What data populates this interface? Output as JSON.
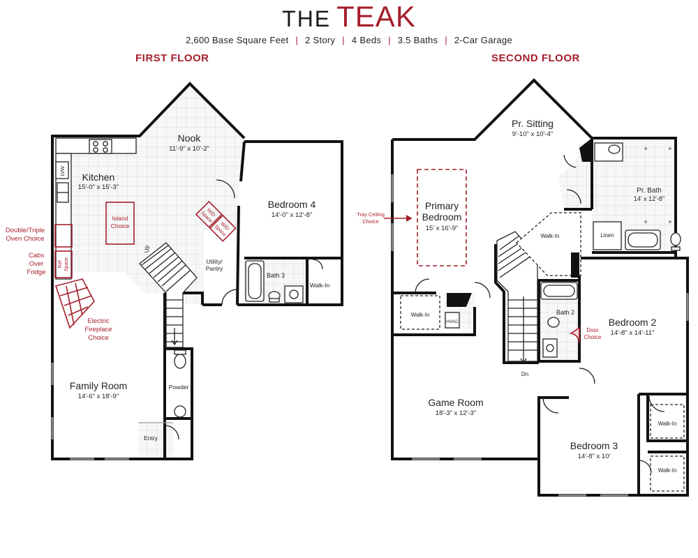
{
  "header": {
    "title_prefix": "THE",
    "title_main": "TEAK",
    "specs": [
      "2,600 Base Square Feet",
      "2 Story",
      "4 Beds",
      "3.5 Baths",
      "2-Car Garage"
    ],
    "separator": "|"
  },
  "colors": {
    "accent": "#a61e2b",
    "wall": "#111111",
    "grid": "#cfcfcf"
  },
  "first_floor": {
    "title": "FIRST FLOOR",
    "rooms": [
      {
        "name": "Nook",
        "size": "11'-9\" x 10'-2\""
      },
      {
        "name": "Kitchen",
        "size": "15'-0\" x 15'-3\""
      },
      {
        "name": "Bedroom 4",
        "size": "14'-0\" x 12'-8\""
      },
      {
        "name": "Utility/",
        "name2": "Pantry"
      },
      {
        "name": "Bath 3"
      },
      {
        "name": "Walk-In"
      },
      {
        "name": "Family Room",
        "size": "14'-6\" x 18'-9\""
      },
      {
        "name": "Powder"
      },
      {
        "name": "Entry"
      }
    ],
    "options": {
      "island": [
        "Island",
        "Choice"
      ],
      "oven": [
        "Double/Triple",
        "Oven Choice"
      ],
      "cabs": [
        "Cabs",
        "Over",
        "Fridge"
      ],
      "fireplace": [
        "Electric",
        "Fireplace",
        "Choice"
      ],
      "ref_space": [
        "Ref",
        "Space"
      ],
      "wd_space_1": [
        "W/D",
        "Space"
      ],
      "wd_space_2": [
        "W/D",
        "Space"
      ]
    },
    "dw": "D/W",
    "up": "Up"
  },
  "second_floor": {
    "title": "SECOND FLOOR",
    "rooms": [
      {
        "name": "Pr. Sitting",
        "size": "9'-10\" x 10'-4\""
      },
      {
        "name": "Primary",
        "name2": "Bedroom",
        "size": "15' x 16'-9\""
      },
      {
        "name": "Pr. Bath",
        "size": "14' x 12'-8\""
      },
      {
        "name": "Walk-In"
      },
      {
        "name": "Linen"
      },
      {
        "name": "Walk-In"
      },
      {
        "name": "HVAC"
      },
      {
        "name": "Bath 2"
      },
      {
        "name": "Bedroom 2",
        "size": "14'-8\" x 14'-11\""
      },
      {
        "name": "Game Room",
        "size": "18'-3\" x 12'-3\""
      },
      {
        "name": "Bedroom 3",
        "size": "14'-8\" x 10'"
      },
      {
        "name": "Walk-In"
      },
      {
        "name": "Walk-In"
      }
    ],
    "options": {
      "tray": [
        "Tray Ceiling",
        "Choice"
      ],
      "door": [
        "Door",
        "Choice"
      ]
    },
    "dn": "Dn"
  }
}
